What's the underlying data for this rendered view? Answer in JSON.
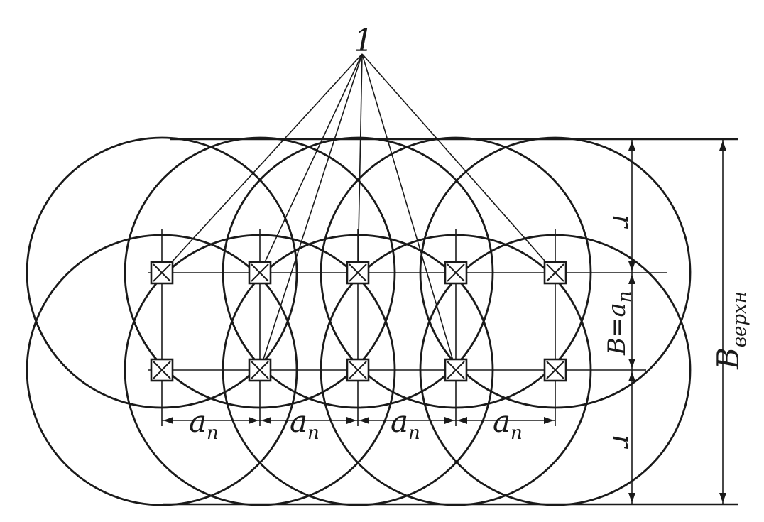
{
  "labels": {
    "callout": "1",
    "spacing_base": "a",
    "spacing_sub": "п",
    "radius": "r",
    "width_eq_base": "B=a",
    "width_eq_sub": "п",
    "total_base": "B",
    "total_sub": "верхн"
  },
  "grid": {
    "rows": 2,
    "columns": 5,
    "marker": "crossed-square"
  },
  "colors": {
    "ink": "#1a1a1a",
    "paper": "#ffffff"
  }
}
